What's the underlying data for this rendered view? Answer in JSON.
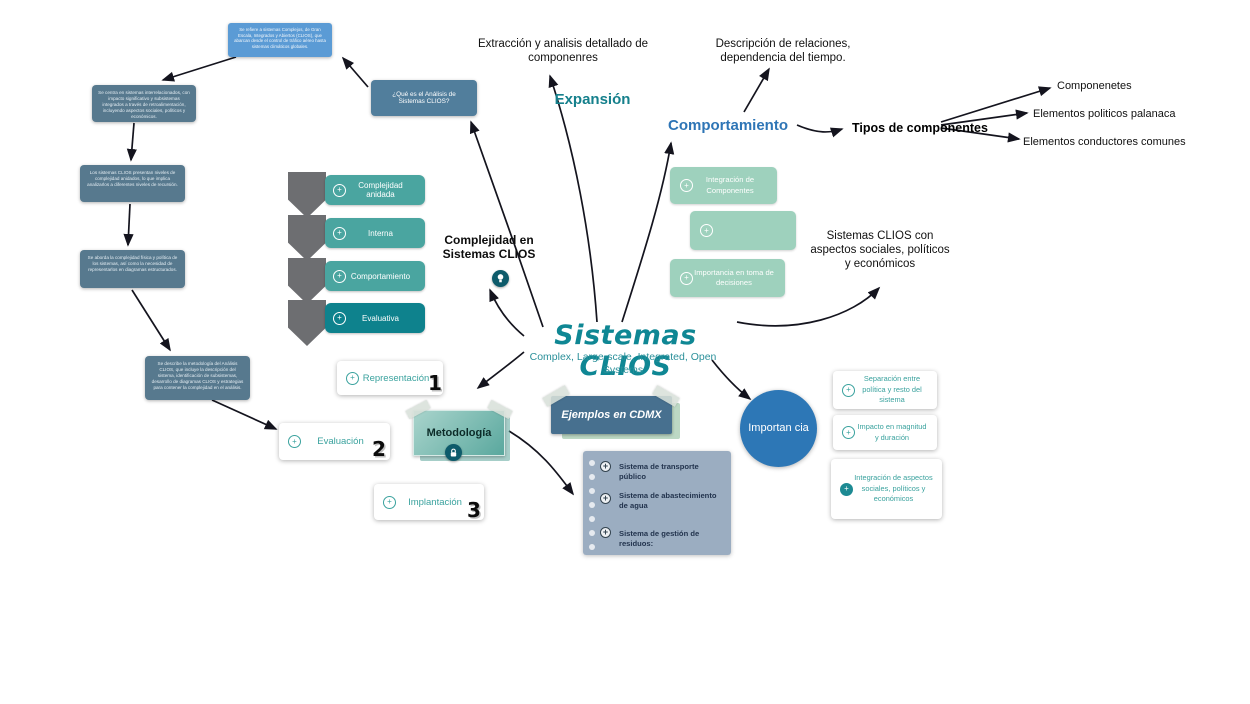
{
  "icons": {
    "plus": "+"
  },
  "colors": {
    "teal": "#128691",
    "blue": "#2e75b6",
    "slate": "#57798e",
    "green": "#9ed1bd"
  },
  "center": {
    "title": "Sistemas CLIOS",
    "subtitle": "Complex, Large-scale, Integrated, Open Systems"
  },
  "notes": {
    "intro": "Se refiere a sistemas Complejos, de Gran Escala, Integrados y Abiertos (CLIOS), que abarcan desde el control de tráfico aéreo hasta sistemas climáticos globales.",
    "question": "¿Qué es el Análisis de Sistemas CLIOS?",
    "chain": [
      "Se centra en sistemas interrelacionados, con impacto significativo y subsistemas integrados a través de retroalimentación, incluyendo aspectos sociales, políticos y económicos.",
      "Los sistemas CLIOS presentan niveles de complejidad anidados, lo que implica analizarlos a diferentes niveles de recursión.",
      "Se aborda la complejidad física y política de los sistemas, así como la necesidad de representarlos en diagramas estructurados.",
      "Se describe la metodología del Análisis CLIOS, que incluye la descripción del sistema, identificación de subsistemas, desarrollo de diagramas CLIOS y estrategias para contener la complejidad en el análisis."
    ]
  },
  "complexity": {
    "heading": "Complejidad en Sistemas CLIOS",
    "items": [
      "Complejidad anidada",
      "Interna",
      "Comportamiento",
      "Evaluativa"
    ]
  },
  "expansion": {
    "label": "Expansión",
    "note": "Extracción y analisis detallado de componenres"
  },
  "behavior": {
    "label": "Comportamiento",
    "note": "Descripción de relaciones, dependencia del tiempo."
  },
  "component_types": {
    "label": "Tipos de componentes",
    "items": [
      "Componenetes",
      "Elementos politicos palanaca",
      "Elementos conductores comunes"
    ]
  },
  "integration": {
    "boxes": [
      "Integración de Componentes",
      "",
      "Importancia en toma de decisiones"
    ],
    "note": "Sistemas CLIOS con aspectos sociales, políticos y económicos"
  },
  "methodology": {
    "label": "Metodología",
    "steps": [
      {
        "label": "Representación",
        "number": "1"
      },
      {
        "label": "Evaluación",
        "number": "2"
      },
      {
        "label": "Implantación",
        "number": "3"
      }
    ]
  },
  "examples": {
    "title": "Ejemplos en CDMX",
    "items": [
      "Sistema de transporte público",
      "Sistema de abastecimiento de agua",
      "Sistema de gestión de residuos:"
    ]
  },
  "importance": {
    "label": "Importan cia",
    "cards": [
      "Separación entre política y resto del sistema",
      "Impacto en magnitud y duración",
      "Integración de aspectos sociales, políticos y económicos"
    ]
  }
}
